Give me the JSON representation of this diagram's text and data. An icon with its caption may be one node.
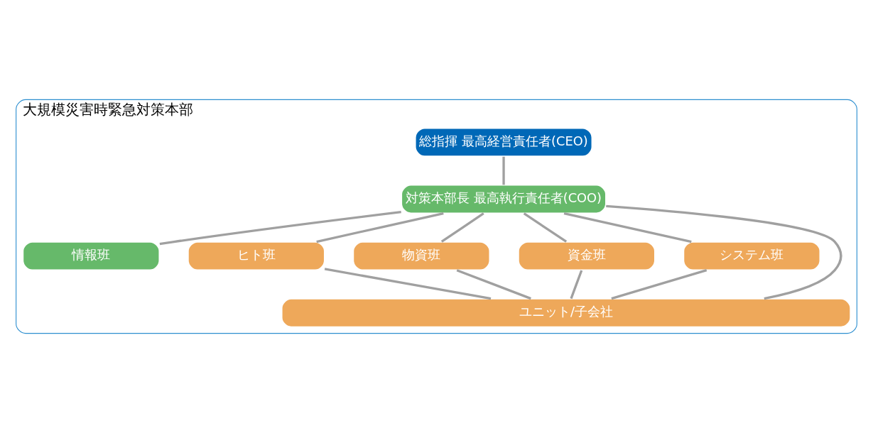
{
  "diagram": {
    "nodes": [
      {
        "text": [
          "大規模災害時緊急対策本部"
        ]
      },
      {
        "text": [
          "総指揮 最高経営責任者(CEO)"
        ],
        "in": 0
      },
      {
        "text": [
          "対策本部長 最高執行責任者(COO)"
        ],
        "in": 0
      },
      {
        "text": [
          "情報班"
        ],
        "in": 0
      },
      {
        "text": [
          "ヒト班"
        ],
        "in": 0
      },
      {
        "text": [
          "物資班"
        ],
        "in": 0
      },
      {
        "text": [
          "資金班"
        ],
        "in": 0
      },
      {
        "text": [
          "システム班"
        ],
        "in": 0
      },
      {
        "text": [
          "ユニット/子会社"
        ],
        "in": 0
      }
    ],
    "edges": [
      {
        "from": 1,
        "to": 2,
        "arrow": "none"
      },
      {
        "from": 2,
        "to": 3,
        "arrow": "none"
      },
      {
        "from": 2,
        "to": 4,
        "arrow": "none"
      },
      {
        "from": 2,
        "to": 5,
        "arrow": "none"
      },
      {
        "from": 2,
        "to": 6,
        "arrow": "none"
      },
      {
        "from": 2,
        "to": 7,
        "arrow": "none"
      },
      {
        "from": 2,
        "to": 8,
        "arrow": "none"
      },
      {
        "from": 4,
        "to": 8,
        "arrow": "none"
      },
      {
        "from": 5,
        "to": 8,
        "arrow": "none"
      },
      {
        "from": 6,
        "to": 8,
        "arrow": "none"
      },
      {
        "from": 7,
        "to": 8,
        "arrow": "none"
      }
    ]
  }
}
